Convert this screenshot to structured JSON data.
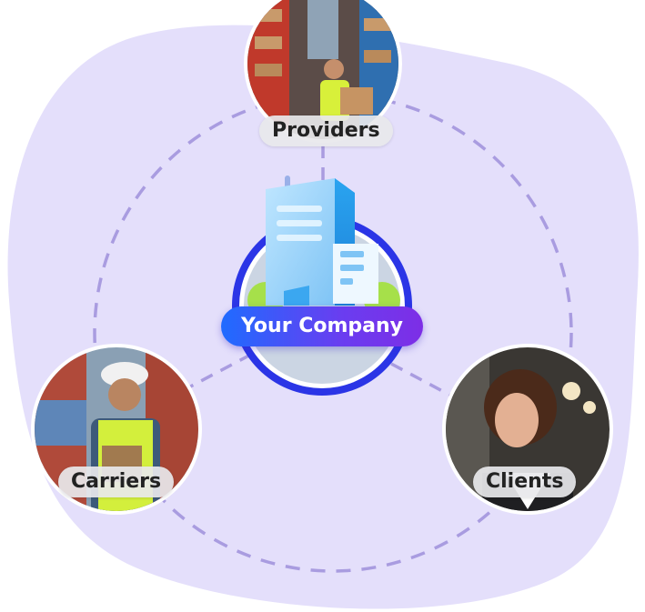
{
  "center": {
    "label": "Your Company"
  },
  "nodes": [
    {
      "id": "providers",
      "label": "Providers",
      "photo": "warehouse-worker"
    },
    {
      "id": "carriers",
      "label": "Carriers",
      "photo": "container-yard-worker"
    },
    {
      "id": "clients",
      "label": "Clients",
      "photo": "smiling-businesswoman"
    }
  ],
  "colors": {
    "blob": "#e4dffb",
    "dashed_ring": "#a99ce0",
    "center_ring": "#2b35e6",
    "pill_start": "#1f6bff",
    "pill_end": "#7d2ee6"
  }
}
